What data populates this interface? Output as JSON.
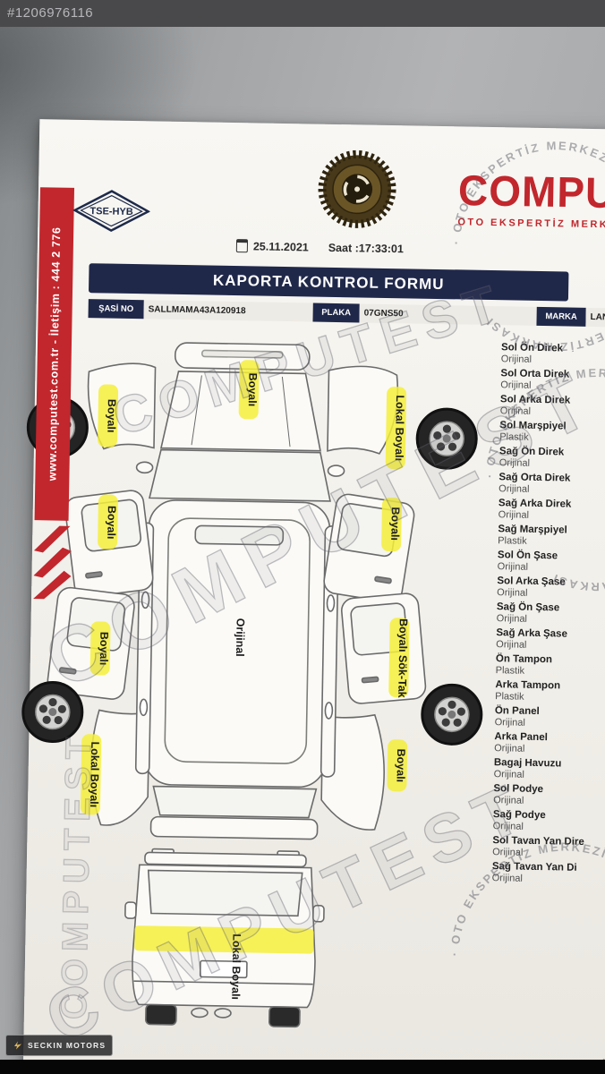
{
  "viewer": {
    "listing_id": "#1206976116"
  },
  "footer": {
    "dealer": "SECKIN MOTORS"
  },
  "document": {
    "side_banner": "www.computest.com.tr - İletişim : 444 2 776",
    "tse_label": "TSE-HYB",
    "brand_name": "COMPU",
    "brand_subtitle": "OTO EKSPERTİZ MERK",
    "date": "25.11.2021",
    "time": "Saat :17:33:01",
    "title": "KAPORTA KONTROL FORMU",
    "info": {
      "chassis_label": "ŞASİ NO",
      "chassis_value": "SALLMAMA43A120918",
      "plate_label": "PLAKA",
      "plate_value": "07GNS50",
      "brand_label": "MARKA",
      "brand_value": "LAND RO"
    },
    "diagram_labels": {
      "hood": "Boyalı",
      "front_left_fender": "Boyalı",
      "front_right_fender": "Lokal Boyalı",
      "left_front_door": "Boyalı",
      "left_rear_door": "Boyalı",
      "roof": "Orijinal",
      "right_front_door": "Boyalı",
      "right_rear_door": "Boyalı Sök-Tak",
      "left_rear_quarter": "Lokal Boyalı",
      "right_rear_quarter": "Boyalı",
      "tailgate": "Lokal Boyalı"
    },
    "parts": [
      {
        "name": "Sol Ön Direk",
        "status": "Orijinal"
      },
      {
        "name": "Sol Orta Direk",
        "status": "Orijinal"
      },
      {
        "name": "Sol Arka Direk",
        "status": "Orijinal"
      },
      {
        "name": "Sol Marşpiyel",
        "status": "Plastik"
      },
      {
        "name": "Sağ Ön Direk",
        "status": "Orijinal"
      },
      {
        "name": "Sağ Orta Direk",
        "status": "Orijinal"
      },
      {
        "name": "Sağ Arka Direk",
        "status": "Orijinal"
      },
      {
        "name": "Sağ Marşpiyel",
        "status": "Plastik"
      },
      {
        "name": "Sol Ön Şase",
        "status": "Orijinal"
      },
      {
        "name": "Sol Arka Şase",
        "status": "Orijinal"
      },
      {
        "name": "Sağ Ön Şase",
        "status": "Orijinal"
      },
      {
        "name": "Sağ Arka Şase",
        "status": "Orijinal"
      },
      {
        "name": "Ön Tampon",
        "status": "Plastik"
      },
      {
        "name": "Arka Tampon",
        "status": "Plastik"
      },
      {
        "name": "Ön Panel",
        "status": "Orijinal"
      },
      {
        "name": "Arka Panel",
        "status": "Orijinal"
      },
      {
        "name": "Bagaj Havuzu",
        "status": "Orijinal"
      },
      {
        "name": "Sol Podye",
        "status": "Orijinal"
      },
      {
        "name": "Sağ Podye",
        "status": "Orijinal"
      },
      {
        "name": "Sol Tavan Yan Dire",
        "status": "Orijinal"
      },
      {
        "name": "Sağ Tavan Yan Di",
        "status": "Orijinal"
      }
    ],
    "watermark": {
      "text": "COMPUTEST",
      "arc_text": "· OTO EKSPERTİZ MERKEZİ · TÜRKİYE'NİN OTO EKSPERTİZ MARKASI "
    },
    "colors": {
      "accent_red": "#c1272d",
      "navy": "#20284a",
      "highlight_yellow": "#f4ef3b"
    }
  }
}
